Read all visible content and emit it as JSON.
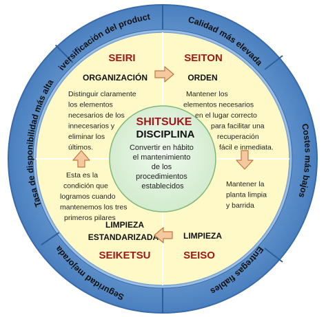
{
  "outer_ring": {
    "top_left": "Diversificación del producto",
    "top_right": "Calidad más elevada",
    "right": "Costes más bajos",
    "bottom_right": "Entregas fiables",
    "bottom_left": "Seguridad mejorada",
    "left": "Tasa de disponibilidad más alta"
  },
  "quadrants": {
    "seiri": {
      "name": "SEIRI",
      "title": "ORGANIZACIÓN",
      "lines": [
        "Distinguir claramente",
        "los elementos",
        "necesarios de los",
        "innecesarios y",
        "eliminar los",
        "últimos."
      ]
    },
    "seiton": {
      "name": "SEITON",
      "title": "ORDEN",
      "lines": [
        "Mantener los",
        "elementos necesarios",
        "en el lugar correcto",
        "para facilitar una",
        "recuperación",
        "fácil e inmediata."
      ]
    },
    "seiso": {
      "name": "SEISO",
      "title": "LIMPIEZA",
      "lines": [
        "Mantener la",
        "planta limpia",
        "y barrida"
      ]
    },
    "seiketsu": {
      "name": "SEIKETSU",
      "title_1": "LIMPIEZA",
      "title_2": "ESTANDARIZADA",
      "lines": [
        "Esta es la",
        "condición que",
        "logramos cuando",
        "mantenemos los tres",
        "primeros pilares"
      ]
    }
  },
  "center": {
    "name": "SHITSUKE",
    "title": "DISCIPLINA",
    "lines": [
      "Convertir en hábito",
      "el mantenimiento",
      "de los",
      "procedimientos",
      "establecidos"
    ]
  },
  "colors": {
    "outer_ring": "#5b8ec8",
    "outer_ring_light": "#9cc0e4",
    "quadrant": "#fff9c8",
    "center": "#e2f3df",
    "arrow_fill": "#f4c9a0",
    "arrow_stroke": "#c07840",
    "japanese_text": "#a01818"
  }
}
